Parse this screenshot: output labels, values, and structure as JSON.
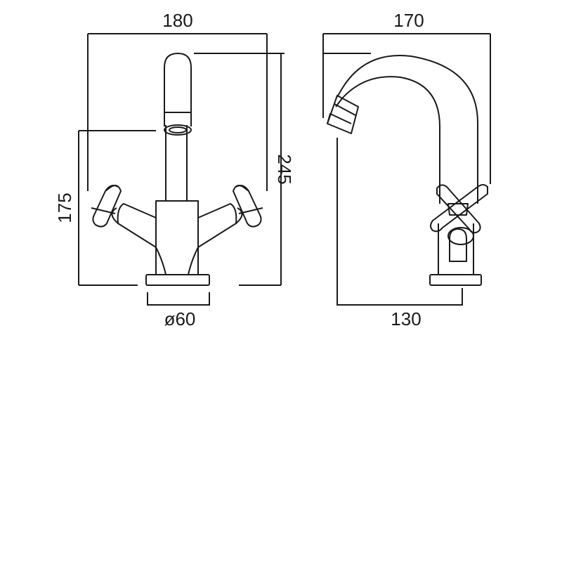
{
  "dimensions": {
    "front_width": "180",
    "side_width": "170",
    "overall_height": "245",
    "spout_height": "175",
    "base_diameter": "ø60",
    "spout_reach": "130"
  },
  "colors": {
    "line": "#1a1a1a",
    "background": "#ffffff"
  }
}
